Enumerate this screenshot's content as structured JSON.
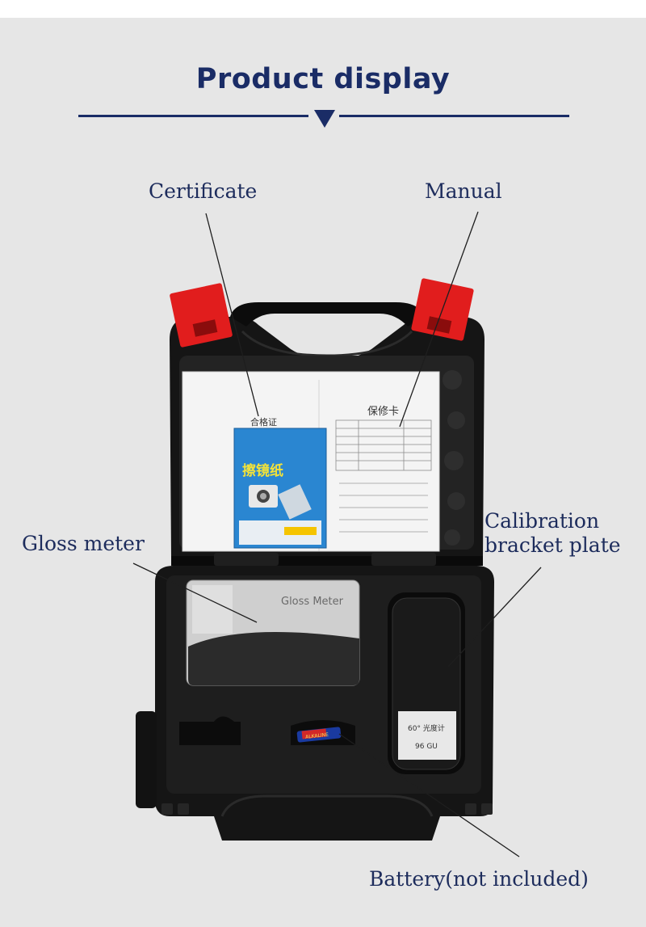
{
  "heading": "Product display",
  "callouts": {
    "certificate": "Certificate",
    "manual": "Manual",
    "gloss_meter": "Gloss meter",
    "calibration_line1": "Calibration",
    "calibration_line2": "bracket plate",
    "battery": "Battery(not included)"
  },
  "device_text": {
    "meter_brand": "Gloss Meter",
    "calibration_sticker_line1": "60° 光度计",
    "calibration_sticker_line2": "96 GU",
    "certificate_doc_title": "合格证",
    "warranty_doc_title": "保修卡",
    "lens_paper_title": "擦镜纸",
    "battery_label": "ALKALINE"
  },
  "colors": {
    "accent": "#1a2c66",
    "background": "#e6e6e6",
    "case": "#141414",
    "latch": "#e11d1d"
  }
}
